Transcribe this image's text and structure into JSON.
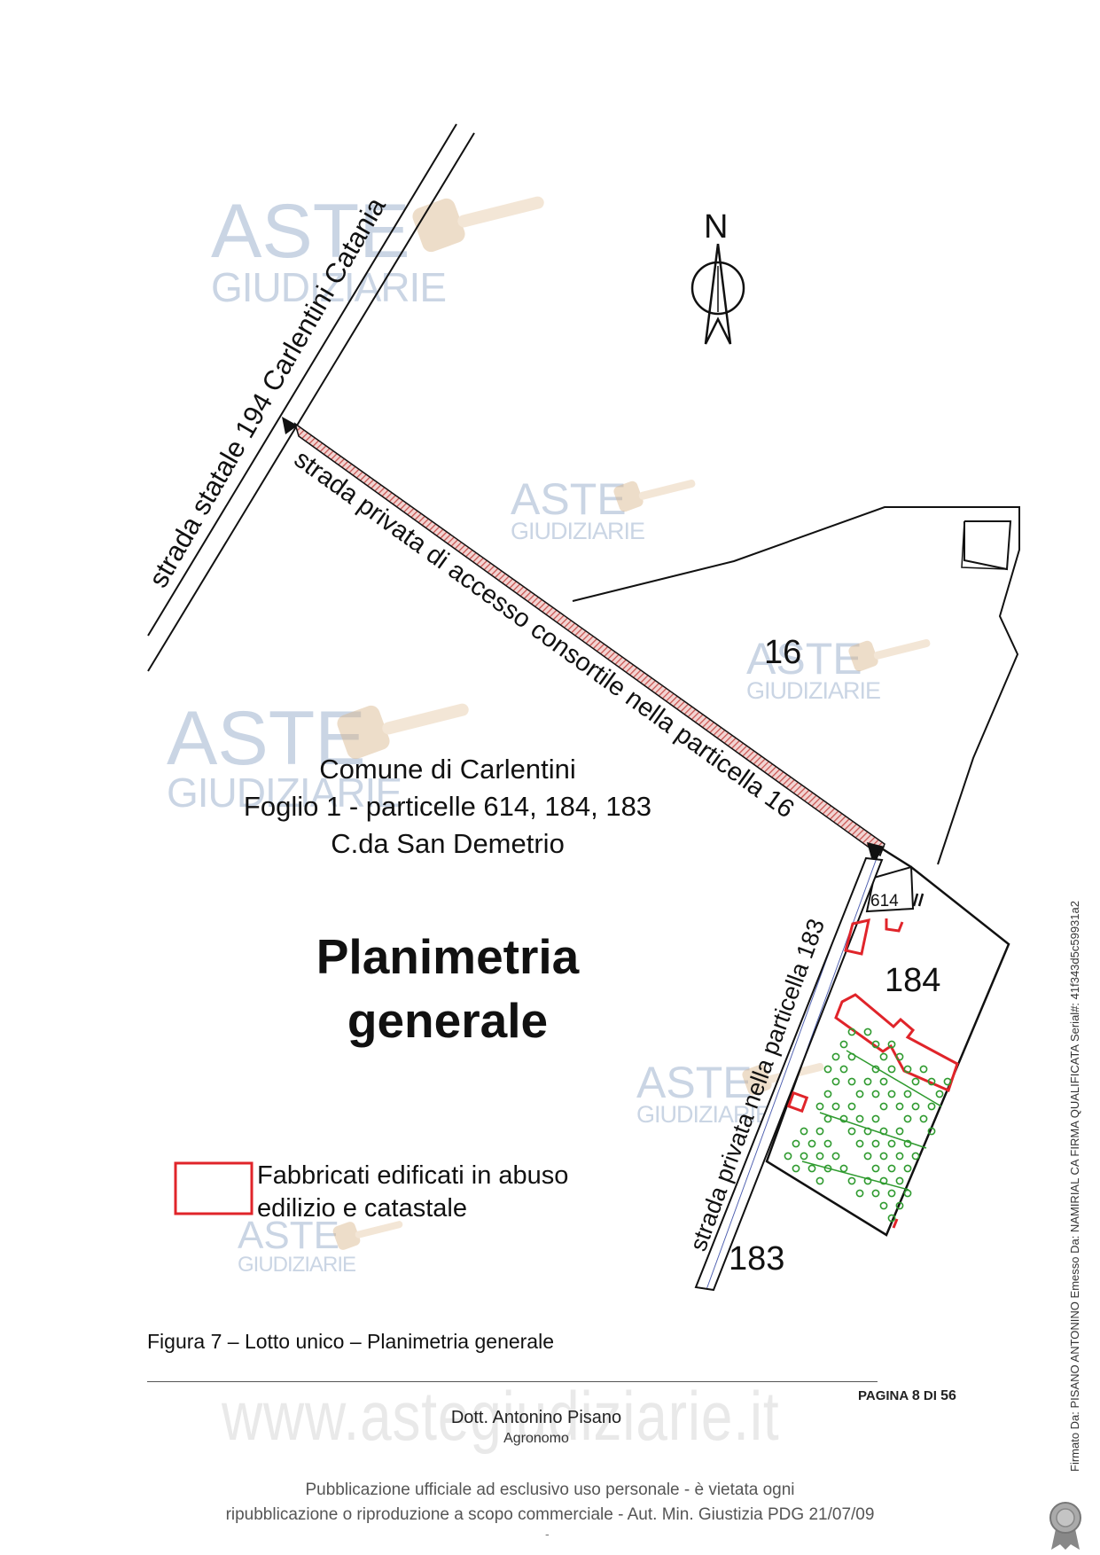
{
  "map": {
    "road_statale_label": "strada statale 194 Carlentini Catania",
    "road_private_access_label": "strada privata di accesso consortile nella particella 16",
    "road_private_183_label": "strada privata nella particella 183",
    "parcel_16": "16",
    "parcel_614": "614",
    "parcel_184": "184",
    "parcel_183": "183",
    "north_label": "N",
    "location_line1": "Comune di Carlentini",
    "location_line2": "Foglio 1 - particelle 614, 184, 183",
    "location_line3": "C.da San Demetrio",
    "title_line1": "Planimetria",
    "title_line2": "generale",
    "legend_line1": "Fabbricati edificati in abuso",
    "legend_line2": "edilizio e catastale",
    "abuse_color": "#e0242a",
    "tree_color": "#2e9a2e",
    "road_hatch_color": "#c9524f",
    "road_183_color": "#2a3fa0"
  },
  "watermark": {
    "aste": "ASTE",
    "giudiziarie": "GIUDIZIARIE",
    "site": "www.astegiudiziarie.it"
  },
  "caption": "Figura 7 – Lotto unico – Planimetria generale",
  "page": {
    "prefix": "PAGINA",
    "current": "8",
    "sep": "DI",
    "total": "56"
  },
  "author": {
    "name": "Dott. Antonino Pisano",
    "role": "Agronomo"
  },
  "footer": {
    "line1": "Pubblicazione ufficiale ad esclusivo uso personale - è vietata ogni",
    "line2": "ripubblicazione o riproduzione a scopo commerciale - Aut. Min. Giustizia PDG 21/07/09",
    "dash": "-"
  },
  "signature": "Firmato Da: PISANO ANTONINO Emesso Da: NAMIRIAL CA FIRMA QUALIFICATA Serial#: 41f343d5c59931a2"
}
